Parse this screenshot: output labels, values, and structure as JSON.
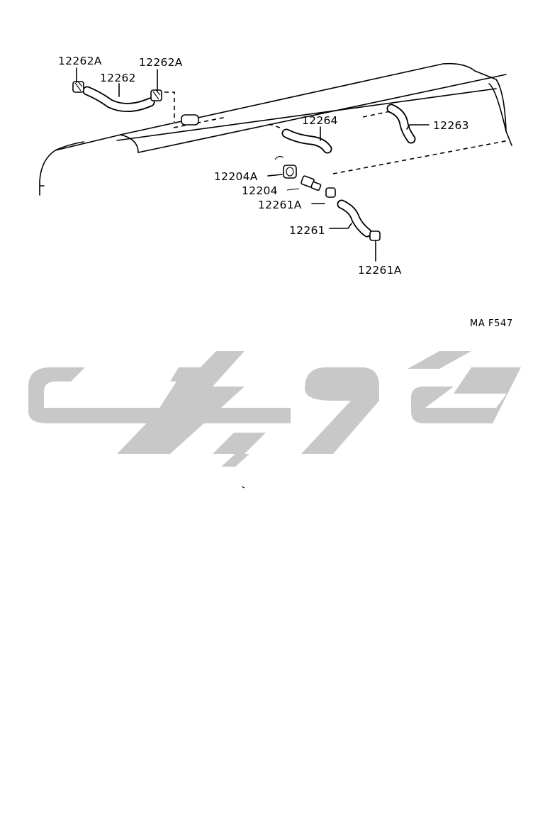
{
  "diagram_code": "MA F547",
  "labels": {
    "l_12262a_left": "12262A",
    "l_12262a_right": "12262A",
    "l_12262": "12262",
    "l_12264": "12264",
    "l_12263": "12263",
    "l_12204a": "12204A",
    "l_12204": "12204",
    "l_12261a_upper": "12261A",
    "l_12261": "12261",
    "l_12261a_lower": "12261A"
  }
}
